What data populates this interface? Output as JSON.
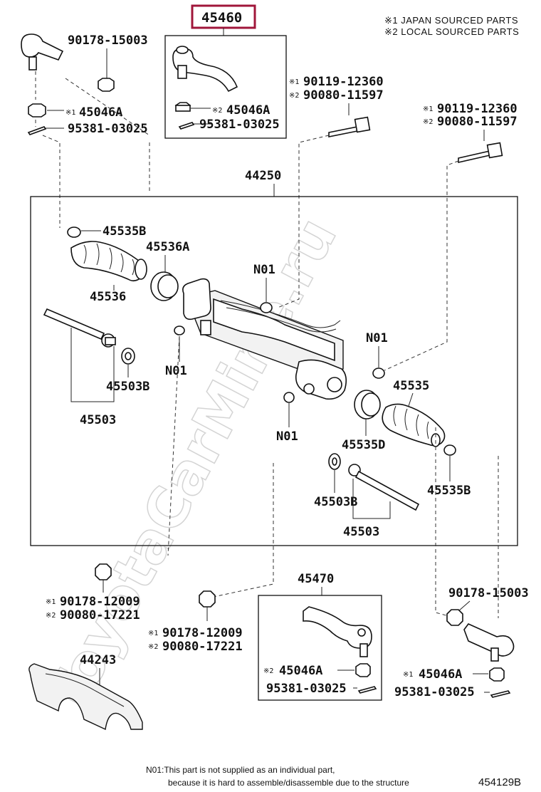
{
  "legend": {
    "line1": "※1 JAPAN SOURCED PARTS",
    "line2": "※2 LOCAL SOURCED PARTS"
  },
  "highlight": {
    "part_number": "45460",
    "color": "#a0163a"
  },
  "watermark": "ToyotaCarMine.ru",
  "labels": {
    "p44250": "44250",
    "p90178_15003_top": "90178-15003",
    "p45046A_top": "45046A",
    "p95381_top": "95381-03025",
    "p45046A_box": "45046A",
    "p95381_box": "95381-03025",
    "bolt_a_1": "90119-12360",
    "bolt_a_2": "90080-11597",
    "bolt_b_1": "90119-12360",
    "bolt_b_2": "90080-11597",
    "p45535B_l": "45535B",
    "p45536A": "45536A",
    "p45536": "45536",
    "n01_a": "N01",
    "n01_b": "N01",
    "n01_c": "N01",
    "n01_d": "N01",
    "p45503B_l": "45503B",
    "p45503_l": "45503",
    "p45535": "45535",
    "p45535D": "45535D",
    "p45535B_r": "45535B",
    "p45503B_r": "45503B",
    "p45503_r": "45503",
    "p90178_12009_a": "90178-12009",
    "p90080_17221_a": "90080-17221",
    "p90178_12009_b": "90178-12009",
    "p90080_17221_b": "90080-17221",
    "p44243": "44243",
    "p45470": "45470",
    "p45046A_box2": "45046A",
    "p95381_box2": "95381-03025",
    "p90178_15003_br": "90178-15003",
    "p45046A_br": "45046A",
    "p95381_br": "95381-03025"
  },
  "marks": {
    "m1": "※1",
    "m2": "※2"
  },
  "footnote": {
    "line1": "N01:This part is not supplied as an individual part,",
    "line2": "because it is hard to assemble/disassemble due to the structure"
  },
  "diagram_id": "454129B"
}
